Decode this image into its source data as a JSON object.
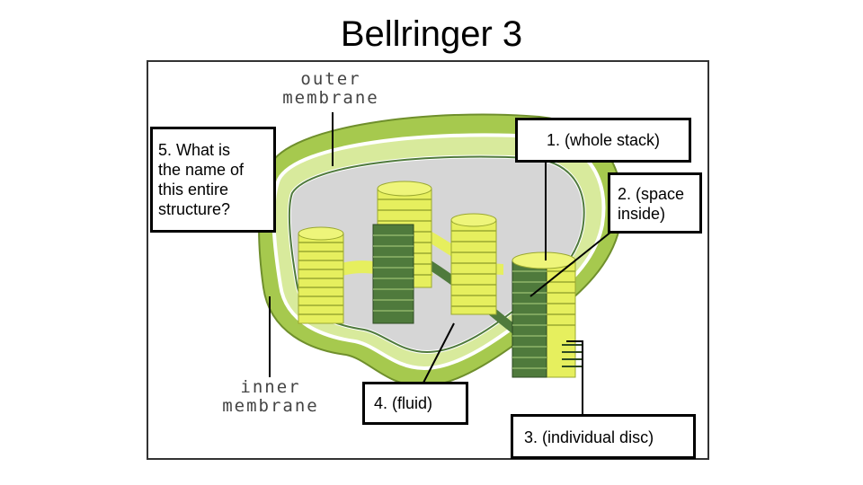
{
  "title": "Bellringer 3",
  "diagram": {
    "outer_membrane": [
      "outer",
      "membrane"
    ],
    "inner_membrane": [
      "inner",
      "membrane"
    ]
  },
  "questions": {
    "q1": "1. (whole stack)",
    "q2": [
      "2. (space",
      "inside)"
    ],
    "q3": "3. (individual disc)",
    "q4": "4. (fluid)",
    "q5": [
      "5. What is",
      "the name of",
      "this entire",
      "structure?"
    ]
  },
  "colors": {
    "outer_green": "#a6c94e",
    "light_green": "#d8ea9c",
    "stroma_gray": "#d6d6d6",
    "grana_yellow": "#e6ef5e",
    "dark_green": "#4f7a3c"
  }
}
